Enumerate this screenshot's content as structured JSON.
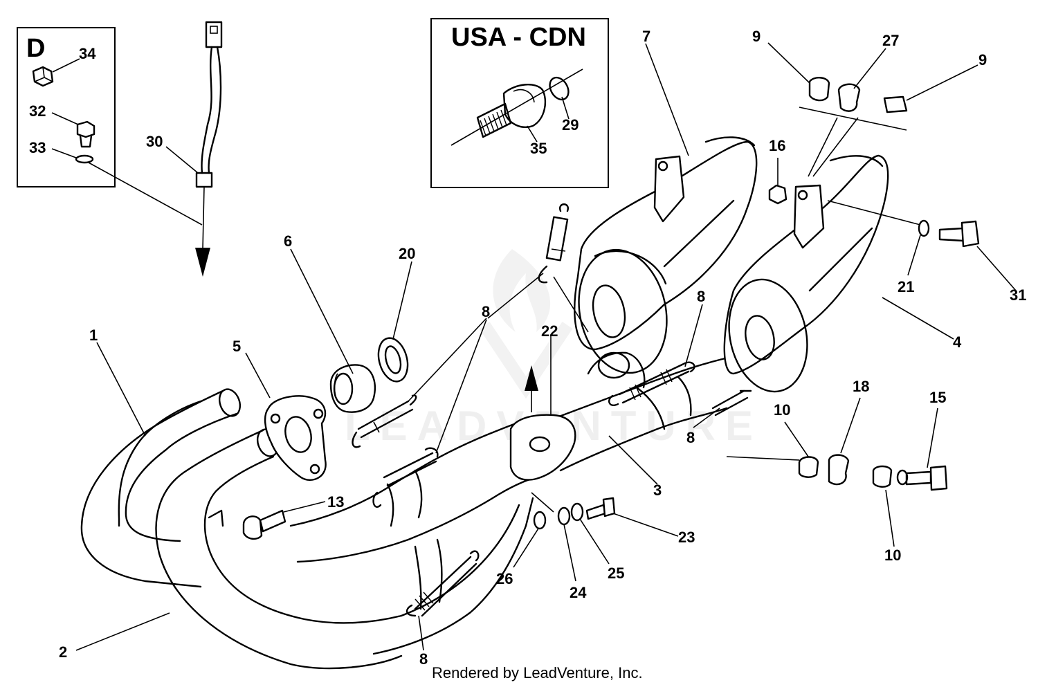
{
  "inset_d": {
    "label": "D",
    "callouts": [
      "34",
      "32",
      "33"
    ]
  },
  "inset_usa": {
    "title": "USA - CDN",
    "callouts": [
      "29",
      "35"
    ]
  },
  "callouts": [
    "30",
    "7",
    "9",
    "27",
    "9",
    "16",
    "21",
    "31",
    "6",
    "20",
    "8",
    "22",
    "8",
    "4",
    "1",
    "5",
    "18",
    "15",
    "10",
    "8",
    "3",
    "13",
    "10",
    "23",
    "25",
    "26",
    "24",
    "2",
    "8"
  ],
  "watermark": "LEADVENTURE",
  "footer": "Rendered by LeadVenture, Inc."
}
